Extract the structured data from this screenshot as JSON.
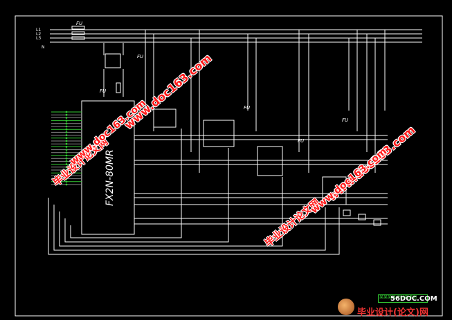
{
  "drawing": {
    "plc_label": "FX2N-80MR",
    "fuse_main": "FU",
    "fuse_ctrl": "FU",
    "fuse_branch": "FU",
    "phase_labels": [
      "L1",
      "L2",
      "L3",
      "N"
    ],
    "title_block_text": "某某某某控制电路图",
    "colors": {
      "background": "#000000",
      "lines": "#ffffff",
      "green": "#33cc33",
      "watermark": "#ff1a1a"
    }
  },
  "watermarks": {
    "url_1": "www.doc163.com",
    "cn_1": "毕业设计论文网",
    "url_2": "www.doc163.com",
    "cn_2": "毕业设计论文网",
    "url_3": "www.doc163.com",
    "url_4": "www.doc163.com"
  },
  "site": {
    "url": "56DOC.COM",
    "title": "毕业设计(论文)网"
  }
}
